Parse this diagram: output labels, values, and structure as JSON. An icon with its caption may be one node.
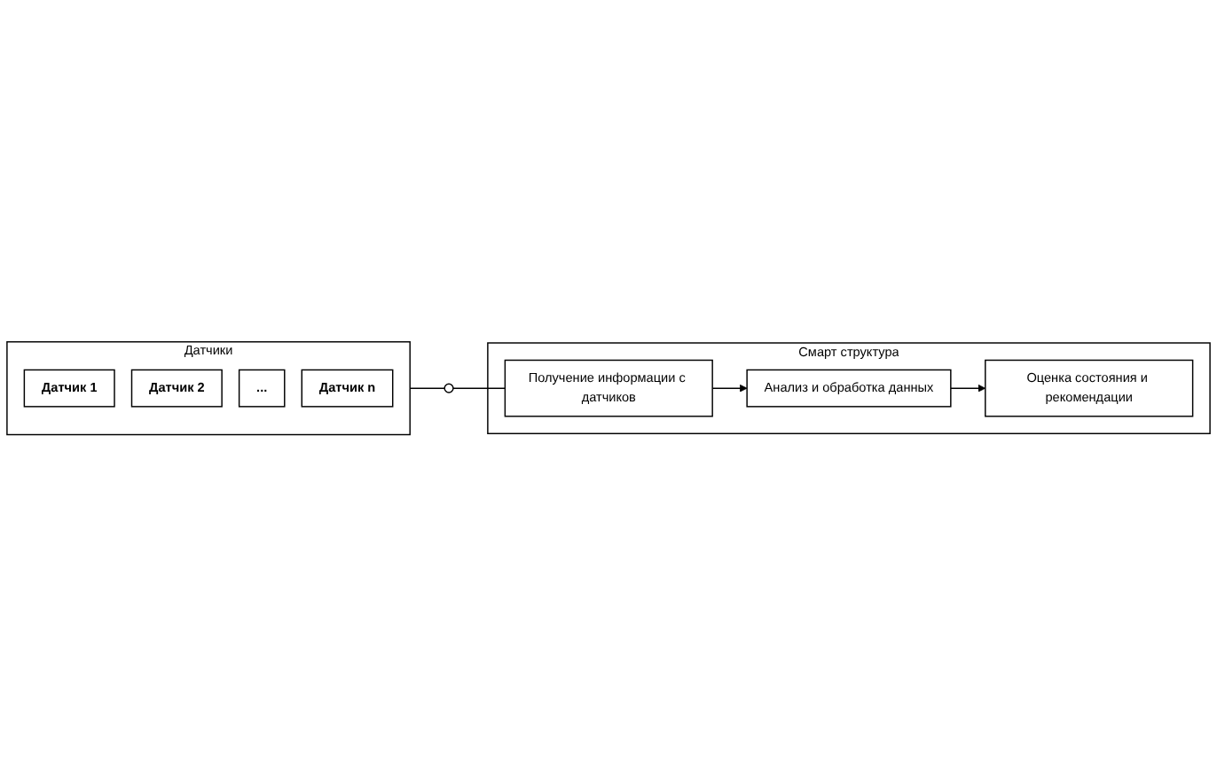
{
  "diagram": {
    "nodes": [
      {
        "text": [
          "Датчики"
        ]
      },
      {
        "text": [
          "Датчик 1"
        ],
        "in": 0
      },
      {
        "text": [
          "Датчик 2"
        ],
        "in": 0
      },
      {
        "text": [
          "..."
        ],
        "in": 0
      },
      {
        "text": [
          "Датчик n"
        ],
        "in": 0
      },
      {
        "text": [],
        "shape": "circle"
      },
      {
        "text": [
          "Смарт структура"
        ]
      },
      {
        "text": [
          "Получение информации с датчиков"
        ],
        "in": 6
      },
      {
        "text": [
          "Анализ и обработка данных"
        ],
        "in": 6
      },
      {
        "text": [
          "Оценка состояния и рекомендации"
        ],
        "in": 6
      }
    ],
    "edges": [
      {
        "from": 0,
        "to": 5,
        "arrow": "none"
      },
      {
        "from": 5,
        "to": 7,
        "arrow": "none"
      },
      {
        "from": 7,
        "to": 8,
        "arrow": "to"
      },
      {
        "from": 8,
        "to": 9,
        "arrow": "to"
      }
    ]
  }
}
